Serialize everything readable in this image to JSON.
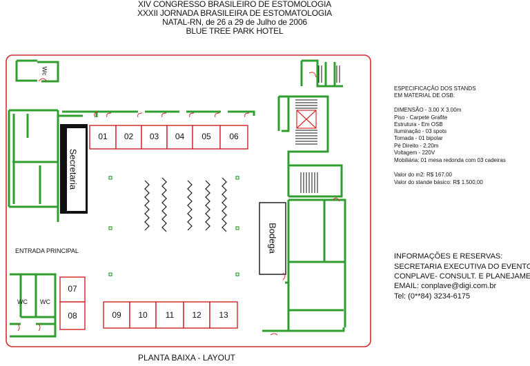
{
  "header": {
    "line1": "XIV CONGRESSO BRASILEIRO DE ESTOMOLOGIA",
    "line2": "XXXII JORNADA  BRASILEIRA DE ESTOMATOLOGIA",
    "line3": "NATAL-RN, de 26 a 29 de Julho de 2006",
    "line4": "BLUE TREE PARK HOTEL"
  },
  "spec": {
    "title1": "ESPECIFICAÇÃO DOS STANDS",
    "title2": "EM MATERIAL DE OSB:",
    "items": [
      "DIMENSÃO - 3.00 X 3.00m",
      "Piso - Carpete Grafite",
      "Estrutura - Em OSB",
      "Iluminação - 03 spots",
      "Tomada - 01 bipolar",
      "Pé Direito - 2.20m",
      "Voltagem - 220V",
      "Mobiliária: 01 mesa redonda com 03 cadeiras"
    ],
    "price1": "Valor do m2: R$ 167,00",
    "price2": "Valor do stande básico: R$ 1.500,00"
  },
  "contact": {
    "l1": "INFORMAÇÕES E RESERVAS:",
    "l2": "SECRETARIA EXECUTIVA DO EVENTO;",
    "l3": "CONPLAVE- CONSULT. E PLANEJAMENTO",
    "l4": "EMAIL: conplave@digi.com.br",
    "l5": "Tel: (0**84) 3234-6175"
  },
  "plan": {
    "entrance": "ENTRADA PRINCIPAL",
    "secretaria": "Secretaria",
    "bodega": "Bodega",
    "wc_top": "Wc",
    "wc_left": "WC",
    "wc_right": "WC",
    "stands_top": [
      "01",
      "02",
      "03",
      "04",
      "05",
      "06"
    ],
    "stands_left": [
      "07",
      "08"
    ],
    "stands_bottom": [
      "09",
      "10",
      "11",
      "12",
      "13"
    ]
  },
  "footer": "PLANTA BAIXA - LAYOUT",
  "colors": {
    "outer_wall": "#d62b2b",
    "inner_wall": "#2e9e2e",
    "stand": "#cc2222",
    "ink": "#111111"
  }
}
